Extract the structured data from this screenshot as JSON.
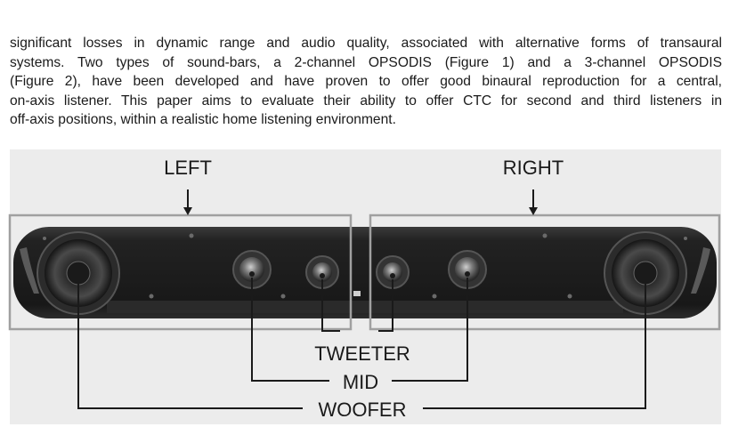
{
  "paragraph": {
    "lines": [
      "significant losses in dynamic range and audio quality, associated with alternative forms of transaural",
      "systems.  Two types of sound-bars, a 2-channel OPSODIS (Figure 1) and a 3-channel OPSODIS",
      "(Figure 2), have been developed and have proven to offer good binaural reproduction for a central,",
      "on-axis listener. This paper aims to evaluate their ability to offer CTC for second and third listeners in",
      "off-axis positions, within a realistic home listening environment."
    ]
  },
  "figure": {
    "labels": {
      "left": "LEFT",
      "right": "RIGHT",
      "tweeter": "TWEETER",
      "mid": "MID",
      "woofer": "WOOFER"
    },
    "colors": {
      "background": "#ececec",
      "soundbar": "#1c1c1c",
      "box": "#9a9a9a",
      "lines": "#1a1a1a"
    }
  }
}
